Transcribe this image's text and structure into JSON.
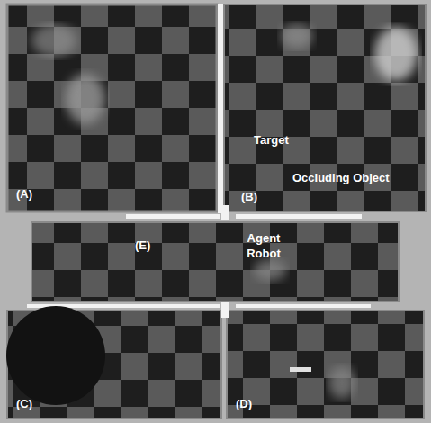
{
  "diagram": {
    "labels": [
      "(A)",
      "(B)",
      "Target",
      "Occluding Object",
      "(E)",
      "Agent Robot",
      "(C)",
      "(D)"
    ]
  }
}
